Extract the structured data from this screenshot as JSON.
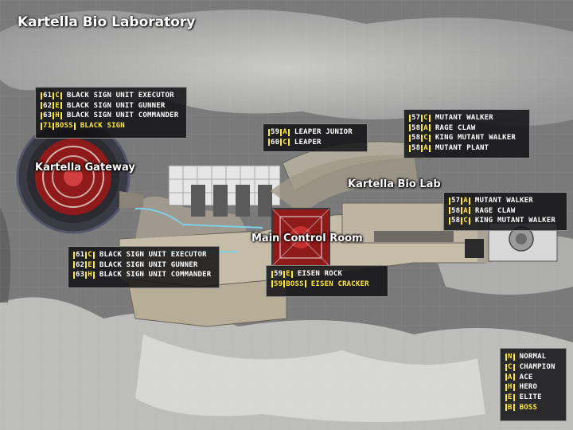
{
  "title": "Kartella Bio Laboratory",
  "areas": {
    "gateway": "Kartella Gateway",
    "bio_lab": "Kartella Bio Lab",
    "control_room": "Main Control Room"
  },
  "boxes": {
    "gateway_top": [
      {
        "level": "61",
        "rank": "C",
        "name": "BLACK SIGN UNIT EXECUTOR"
      },
      {
        "level": "62",
        "rank": "E",
        "name": "BLACK SIGN UNIT GUNNER"
      },
      {
        "level": "63",
        "rank": "H",
        "name": "BLACK SIGN UNIT COMMANDER"
      },
      {
        "level": "71",
        "rank": "BOSS",
        "name": "BLACK SIGN"
      }
    ],
    "gateway_bottom": [
      {
        "level": "61",
        "rank": "C",
        "name": "BLACK SIGN UNIT EXECUTOR"
      },
      {
        "level": "62",
        "rank": "E",
        "name": "BLACK SIGN UNIT GUNNER"
      },
      {
        "level": "63",
        "rank": "H",
        "name": "BLACK SIGN UNIT COMMANDER"
      }
    ],
    "leaper": [
      {
        "level": "59",
        "rank": "A",
        "name": "LEAPER JUNIOR"
      },
      {
        "level": "60",
        "rank": "C",
        "name": "LEAPER"
      }
    ],
    "biolab_top": [
      {
        "level": "57",
        "rank": "C",
        "name": "MUTANT WALKER"
      },
      {
        "level": "58",
        "rank": "A",
        "name": "RAGE CLAW"
      },
      {
        "level": "58",
        "rank": "C",
        "name": "KING MUTANT WALKER"
      },
      {
        "level": "58",
        "rank": "A",
        "name": "MUTANT PLANT"
      }
    ],
    "biolab_right": [
      {
        "level": "57",
        "rank": "A",
        "name": "MUTANT WALKER"
      },
      {
        "level": "58",
        "rank": "A",
        "name": "RAGE CLAW"
      },
      {
        "level": "58",
        "rank": "C",
        "name": "KING MUTANT WALKER"
      }
    ],
    "control": [
      {
        "level": "59",
        "rank": "E",
        "name": "EISEN ROCK"
      },
      {
        "level": "59",
        "rank": "BOSS",
        "name": "EISEN CRACKER"
      }
    ]
  },
  "legend": [
    {
      "rank": "N",
      "name": "NORMAL"
    },
    {
      "rank": "C",
      "name": "CHAMPION"
    },
    {
      "rank": "A",
      "name": "ACE"
    },
    {
      "rank": "H",
      "name": "HERO"
    },
    {
      "rank": "E",
      "name": "ELITE"
    },
    {
      "rank": "B",
      "name": "BOSS"
    }
  ],
  "colors": {
    "accent": "#ffe63a",
    "box_bg": "#121214",
    "danger_zone": "#c41e1e",
    "terrain": "#9a9a9a",
    "floor": "#c8c2b4"
  }
}
